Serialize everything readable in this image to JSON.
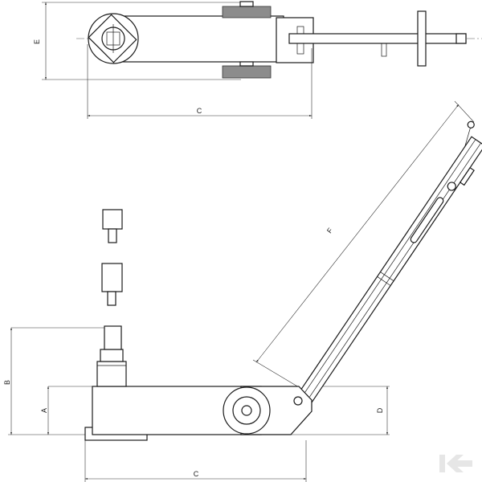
{
  "top_view": {
    "dim_e": "E",
    "dim_c": "C"
  },
  "side_view": {
    "dim_a": "A",
    "dim_b": "B",
    "dim_c": "C",
    "dim_d": "D",
    "dim_f": "F"
  },
  "brand": {
    "logo_icon": "kramp-k-logo-icon",
    "color": "#e6e6e6"
  }
}
